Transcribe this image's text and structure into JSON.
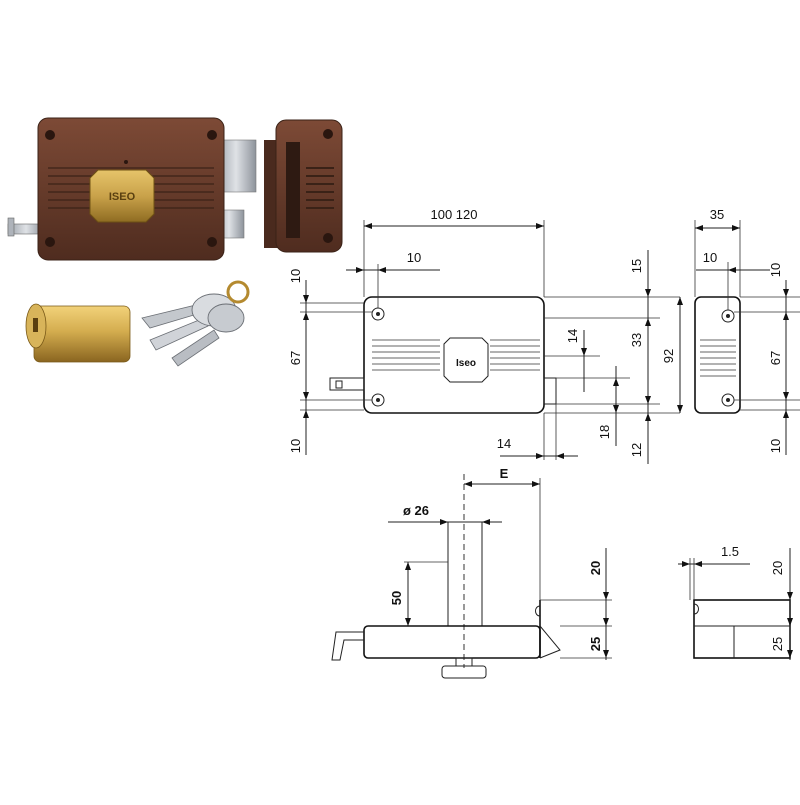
{
  "colors": {
    "lock_body": "#6b3f2e",
    "lock_body_dark": "#3e2318",
    "brass": "#c9a24a",
    "steel": "#b8bcc4",
    "line": "#222222"
  },
  "photo": {
    "lock_brand": "ISEO",
    "faceplate_brand": "Iseo"
  },
  "front_view": {
    "width_label": "100 120",
    "dims": {
      "top_offset": "10",
      "bolt_offset": "10",
      "height_between": "67",
      "bottom_offset": "10",
      "right_top": "15",
      "right_mid": "14",
      "right_33": "33",
      "total_height": "92",
      "latch_offset": "14",
      "latch_height": "18",
      "latch_bottom": "12"
    }
  },
  "keeper_view": {
    "width_label": "35",
    "dims": {
      "inner": "10",
      "top": "10",
      "mid": "67",
      "bottom": "10"
    }
  },
  "side_view": {
    "e_label": "E",
    "cylinder_diameter": "ø 26",
    "cylinder_length": "50",
    "dim_20": "20",
    "dim_25": "25"
  },
  "keeper_side_view": {
    "dim_1_5": "1.5",
    "dim_20": "20",
    "dim_25": "25"
  }
}
